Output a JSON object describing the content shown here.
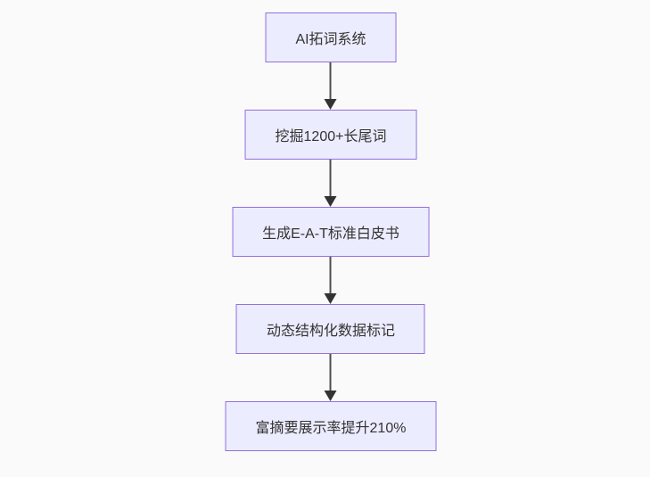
{
  "colors": {
    "background": "#fafafa",
    "node_fill": "#ECECFF",
    "node_border": "#9370DB",
    "text": "#333333",
    "arrow": "#333333"
  },
  "flowchart": {
    "direction": "top-down",
    "nodes": [
      {
        "id": "n1",
        "label": "AI拓词系统"
      },
      {
        "id": "n2",
        "label": "挖掘1200+长尾词"
      },
      {
        "id": "n3",
        "label": "生成E-A-T标准白皮书"
      },
      {
        "id": "n4",
        "label": "动态结构化数据标记"
      },
      {
        "id": "n5",
        "label": "富摘要展示率提升210%"
      }
    ],
    "edges": [
      {
        "from": "n1",
        "to": "n2"
      },
      {
        "from": "n2",
        "to": "n3"
      },
      {
        "from": "n3",
        "to": "n4"
      },
      {
        "from": "n4",
        "to": "n5"
      }
    ]
  }
}
